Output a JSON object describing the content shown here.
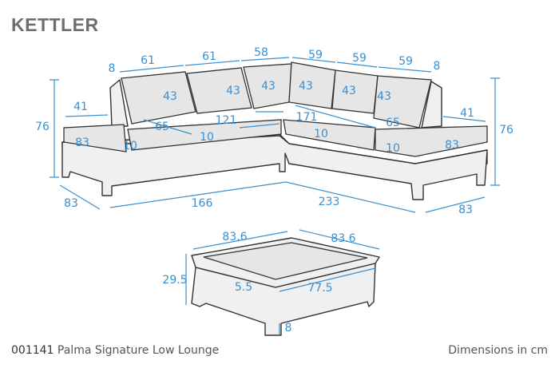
{
  "brand": "KETTLER",
  "product": {
    "code": "001141",
    "name": "Palma Signature Low Lounge"
  },
  "units_note": "Dimensions in cm",
  "colors": {
    "dimension": "#3a8fd0",
    "outline": "#333333",
    "logo": "#6d6e70"
  },
  "sofa_labels": [
    "8",
    "61",
    "61",
    "58",
    "59",
    "59",
    "59",
    "8",
    "43",
    "43",
    "43",
    "43",
    "43",
    "43",
    "41",
    "76",
    "65",
    "121",
    "171",
    "65",
    "41",
    "76",
    "83",
    "10",
    "10",
    "10",
    "10",
    "83",
    "83",
    "166",
    "233",
    "83"
  ],
  "table_labels": [
    "83.6",
    "83.6",
    "29.5",
    "5.5",
    "77.5",
    "8"
  ]
}
